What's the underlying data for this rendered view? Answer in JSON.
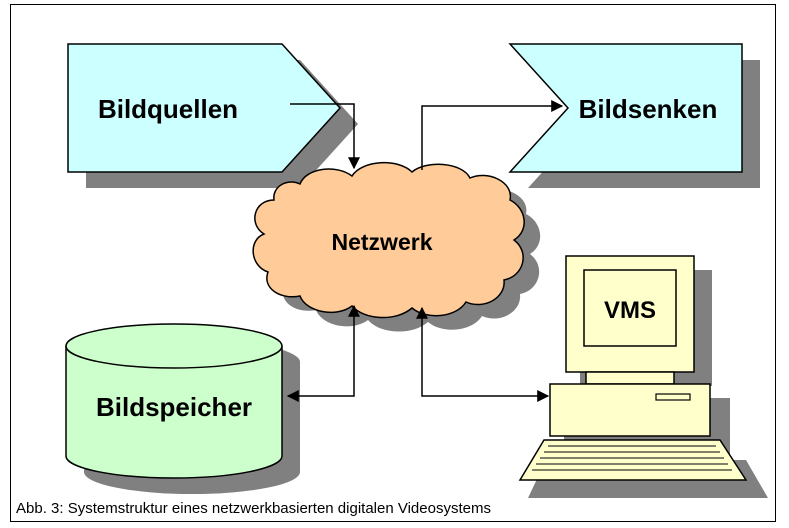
{
  "nodes": {
    "sources": "Bildquellen",
    "sinks": "Bildsenken",
    "network": "Netzwerk",
    "storage": "Bildspeicher",
    "vms": "VMS"
  },
  "caption": "Abb. 3: Systemstruktur eines netzwerkbasierten digitalen Videosystems",
  "colors": {
    "arrow_shape_fill": "#ccffff",
    "cloud_fill": "#ffcc99",
    "cylinder_fill": "#ccffcc",
    "computer_fill": "#ffffcc",
    "shadow": "#808080",
    "stroke": "#000000"
  }
}
